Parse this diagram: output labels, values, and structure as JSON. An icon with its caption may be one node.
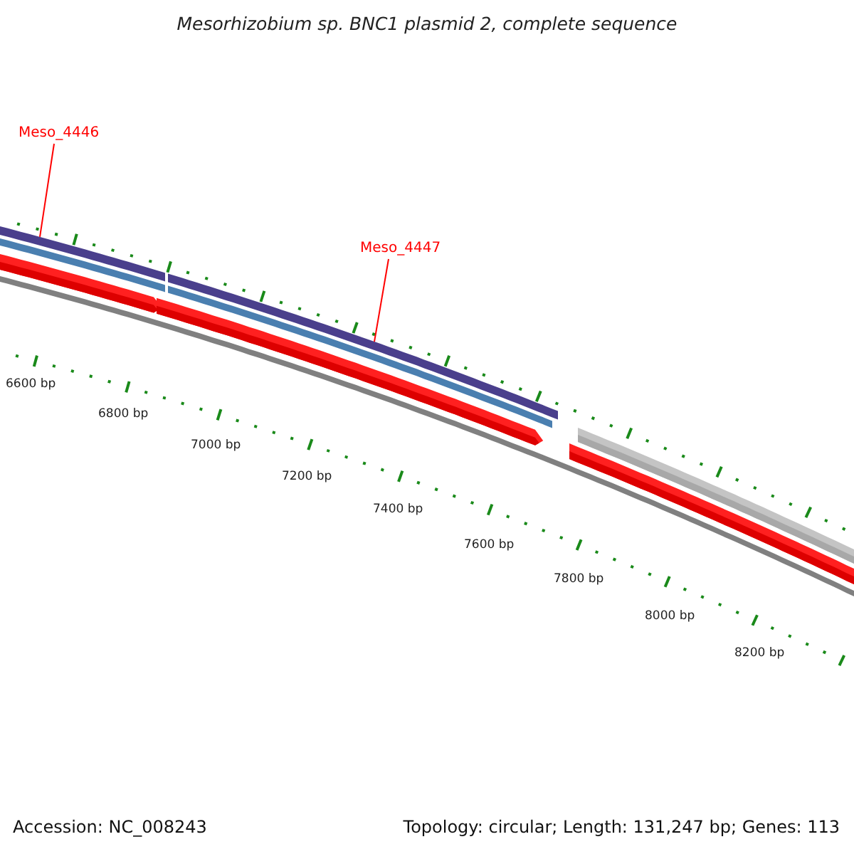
{
  "diagram": {
    "title": "Mesorhizobium sp. BNC1 plasmid 2, complete sequence",
    "nodes": [
      {
        "text": [
          "Meso_4446"
        ]
      },
      {
        "text": [],
        "shape": "bar"
      },
      {
        "text": [
          "Meso_4447"
        ]
      },
      {
        "text": [],
        "shape": "bar"
      }
    ],
    "edges": [
      {
        "from": 0,
        "to": 1,
        "arrow": "none"
      },
      {
        "from": 2,
        "to": 3,
        "arrow": "none"
      }
    ],
    "labels": [
      "6600 bp",
      "6800 bp",
      "7000 bp",
      "7200 bp",
      "7400 bp",
      "7600 bp",
      "7800 bp",
      "8000 bp",
      "8200 bp",
      "Accession: NC_008243",
      "Topology: circular; Length: 131,247 bp; Genes: 113"
    ]
  }
}
